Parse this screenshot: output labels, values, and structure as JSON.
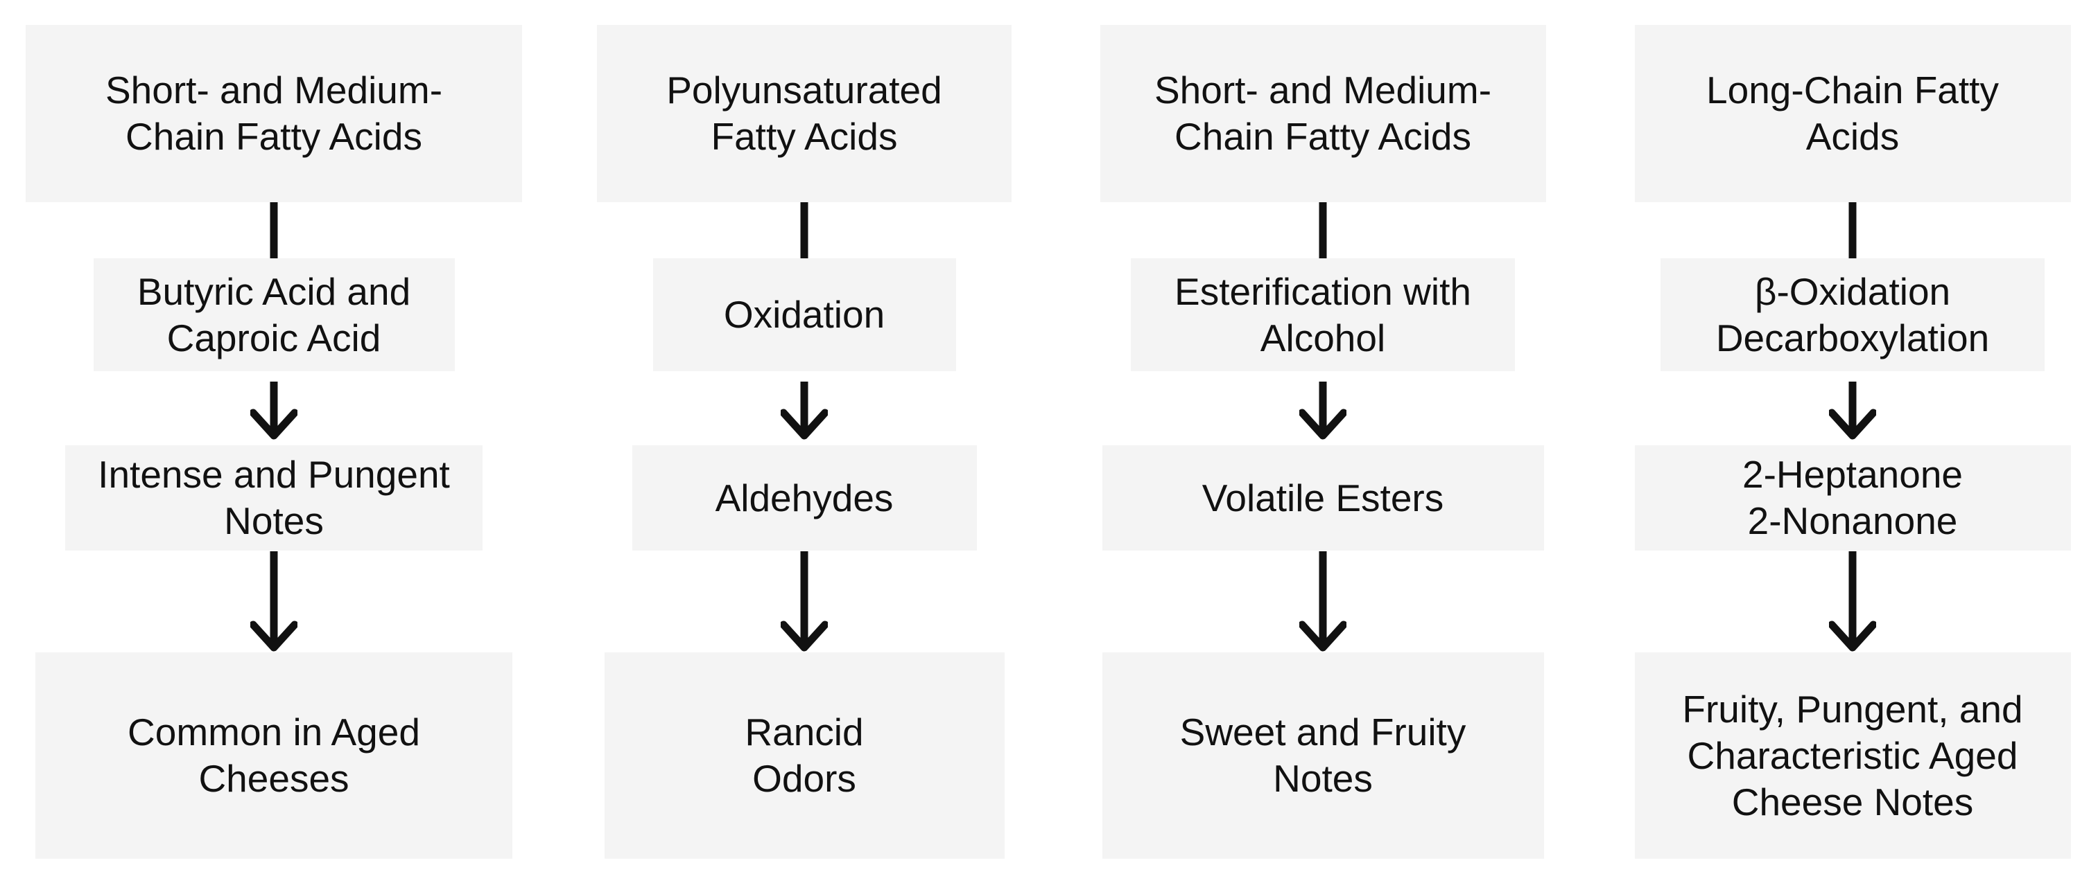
{
  "diagram": {
    "type": "flowchart",
    "orientation": "top-down",
    "colors": {
      "background": "#ffffff",
      "box_fill": "#f4f4f4",
      "text_color": "#111111",
      "arrow_color": "#111111"
    },
    "connector_styles": [
      "plain-line",
      "arrowhead",
      "arrowhead"
    ],
    "columns": [
      {
        "boxes": [
          {
            "label": "Short- and Medium-\nChain Fatty Acids"
          },
          {
            "label": "Butyric Acid and\nCaproic Acid"
          },
          {
            "label": "Intense and Pungent\nNotes"
          },
          {
            "label": "Common in Aged\nCheeses"
          }
        ]
      },
      {
        "boxes": [
          {
            "label": "Polyunsaturated\nFatty Acids"
          },
          {
            "label": "Oxidation"
          },
          {
            "label": "Aldehydes"
          },
          {
            "label": "Rancid\nOdors"
          }
        ]
      },
      {
        "boxes": [
          {
            "label": "Short- and Medium-\nChain Fatty Acids"
          },
          {
            "label": "Esterification with\nAlcohol"
          },
          {
            "label": "Volatile Esters"
          },
          {
            "label": "Sweet and Fruity\nNotes"
          }
        ]
      },
      {
        "boxes": [
          {
            "label": "Long-Chain Fatty\nAcids"
          },
          {
            "label": "β-Oxidation\nDecarboxylation"
          },
          {
            "label": "2-Heptanone\n2-Nonanone"
          },
          {
            "label": "Fruity, Pungent, and\nCharacteristic Aged\nCheese Notes"
          }
        ]
      }
    ]
  }
}
